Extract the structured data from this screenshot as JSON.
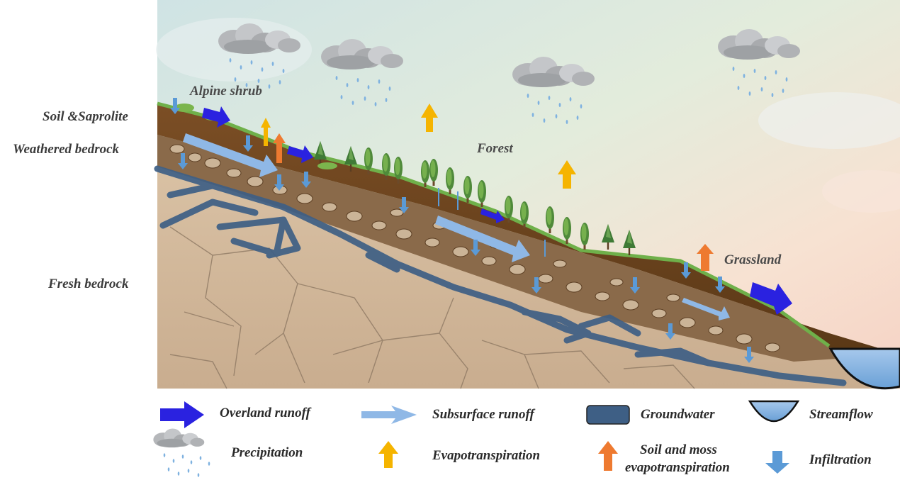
{
  "layer_labels": {
    "soil": "Soil &Saprolite",
    "weathered": "Weathered bedrock",
    "fresh": "Fresh bedrock"
  },
  "vegetation_labels": {
    "alpine": "Alpine shrub",
    "forest": "Forest",
    "grassland": "Grassland"
  },
  "legend": {
    "overland": "Overland runoff",
    "subsurface": "Subsurface runoff",
    "groundwater": "Groundwater",
    "streamflow": "Streamflow",
    "precipitation": "Precipitation",
    "evapotranspiration": "Evapotranspiration",
    "soil_moss_line1": "Soil and moss",
    "soil_moss_line2": "evapotranspiration",
    "infiltration": "Infiltration"
  },
  "colors": {
    "overland": "#2a22e0",
    "subsurface": "#8fb8e6",
    "groundwater": "#3e5f85",
    "streamflow": "#7fb2e0",
    "evapotranspiration": "#f5b400",
    "soil_moss": "#ee7a30",
    "infiltration": "#5b9ad6",
    "soil": "#6a4320",
    "bedrock": "#d2b79a"
  }
}
